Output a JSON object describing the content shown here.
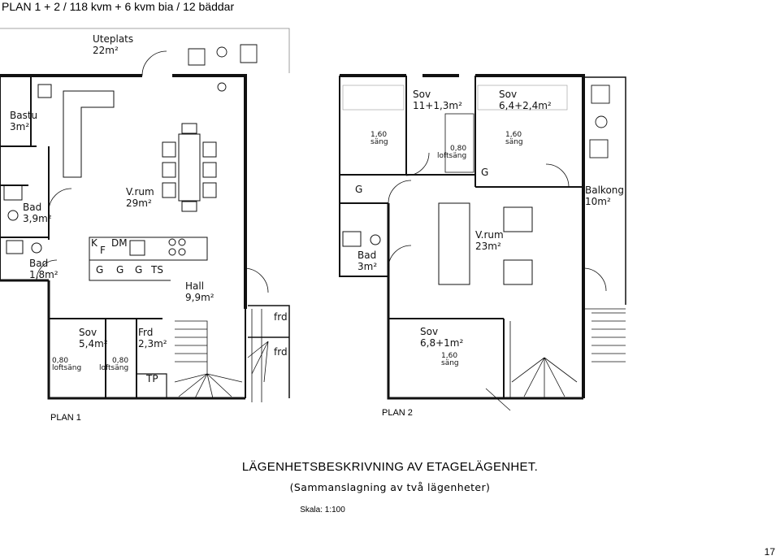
{
  "page": {
    "title": "PLAN 1 + 2  / 118 kvm + 6 kvm bia / 12 bäddar",
    "page_number": "17"
  },
  "plan1": {
    "label": "PLAN 1",
    "rooms": {
      "uteplats_name": "Uteplats",
      "uteplats_area": "22m²",
      "bastu_name": "Bastu",
      "bastu_area": "3m²",
      "bad1_name": "Bad",
      "bad1_area": "3,9m²",
      "bad2_name": "Bad",
      "bad2_area": "1,8m²",
      "vrum_name": "V.rum",
      "vrum_area": "29m²",
      "hall_name": "Hall",
      "hall_area": "9,9m²",
      "sov_name": "Sov",
      "sov_area": "5,4m²",
      "frd_name": "Frd",
      "frd_area": "2,3m²"
    },
    "marks": {
      "k": "K",
      "f": "F",
      "dm": "DM",
      "g1": "G",
      "g2": "G",
      "g3": "G",
      "ts": "TS",
      "tp": "TP",
      "frd_a": "frd",
      "frd_b": "frd"
    },
    "beds": {
      "bed1_size": "0,80",
      "bed1_type": "loftsäng",
      "bed2_size": "0,80",
      "bed2_type": "loftsäng"
    }
  },
  "plan2": {
    "label": "PLAN 2",
    "rooms": {
      "sov1_name": "Sov",
      "sov1_area": "11+1,3m²",
      "sov2_name": "Sov",
      "sov2_area": "6,4+2,4m²",
      "balkong_name": "Balkong",
      "balkong_area": "10m²",
      "vrum_name": "V.rum",
      "vrum_area": "23m²",
      "bad_name": "Bad",
      "bad_area": "3m²",
      "sov3_name": "Sov",
      "sov3_area": "6,8+1m²"
    },
    "marks": {
      "g1": "G",
      "g2": "G"
    },
    "beds": {
      "bed1_size": "1,60",
      "bed1_type": "säng",
      "bed2_size": "0,80",
      "bed2_type": "loftsäng",
      "bed3_size": "1,60",
      "bed3_type": "säng",
      "bed4_size": "1,60",
      "bed4_type": "säng"
    }
  },
  "description": {
    "title": "LÄGENHETSBESKRIVNING AV ETAGELÄGENHET.",
    "subtitle": "(Sammanslagning av två lägenheter)",
    "scale": "Skala: 1:100"
  }
}
